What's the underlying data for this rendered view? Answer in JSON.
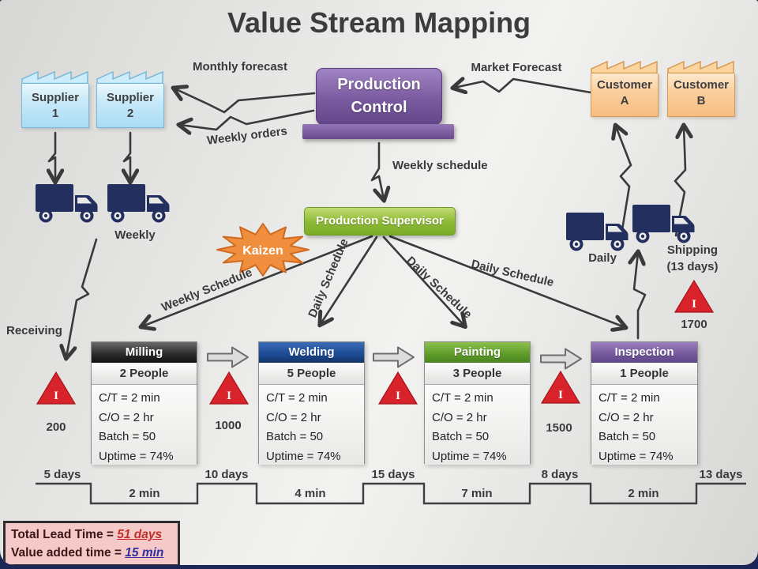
{
  "title": "Value Stream Mapping",
  "colors": {
    "supplier_fill": "#bfe2f5",
    "customer_fill": "#fac88f",
    "production_control_purple": "#7b5ba0",
    "supervisor_green": "#8fbb37",
    "milling_header": "#2a2a2b",
    "welding_header": "#1c4a94",
    "painting_header": "#5d9a28",
    "inspection_header": "#74589c",
    "inventory_red": "#d8232a",
    "kaizen_orange": "#ef8f3e",
    "truck_navy": "#23305f",
    "totals_pink": "#f6c9c9",
    "lead_time_red": "#c03028",
    "value_added_blue": "#2f2f9e"
  },
  "suppliers": [
    {
      "line1": "Supplier",
      "line2": "1"
    },
    {
      "line1": "Supplier",
      "line2": "2"
    }
  ],
  "customers": [
    {
      "line1": "Customer",
      "line2": "A"
    },
    {
      "line1": "Customer",
      "line2": "B"
    }
  ],
  "production_control": {
    "line1": "Production",
    "line2": "Control"
  },
  "production_supervisor": {
    "label": "Production Supervisor"
  },
  "kaizen": {
    "label": "Kaizen"
  },
  "flow_labels": {
    "monthly_forecast": "Monthly forecast",
    "weekly_orders": "Weekly orders",
    "market_forecast": "Market Forecast",
    "weekly_schedule": "Weekly schedule",
    "weekly": "Weekly",
    "daily": "Daily",
    "shipping_line1": "Shipping",
    "shipping_line2": "(13 days)",
    "receiving": "Receiving"
  },
  "schedule_labels": [
    {
      "label": "Weekly Schedule"
    },
    {
      "label": "Daily Schedule"
    },
    {
      "label": "Daily Schedule"
    },
    {
      "label": "Daily Schedule"
    }
  ],
  "inventory": {
    "symbol": "I",
    "counts": [
      "200",
      "1000",
      "",
      "1500",
      "1700"
    ]
  },
  "processes": [
    {
      "name": "Milling",
      "people": "2 People",
      "ct": "C/T = 2 min",
      "co": "C/O = 2 hr",
      "batch": "Batch = 50",
      "uptime": "Uptime = 74%"
    },
    {
      "name": "Welding",
      "people": "5 People",
      "ct": "C/T = 2 min",
      "co": "C/O = 2 hr",
      "batch": "Batch = 50",
      "uptime": "Uptime = 74%"
    },
    {
      "name": "Painting",
      "people": "3 People",
      "ct": "C/T = 2 min",
      "co": "C/O = 2 hr",
      "batch": "Batch = 50",
      "uptime": "Uptime = 74%"
    },
    {
      "name": "Inspection",
      "people": "1 People",
      "ct": "C/T = 2 min",
      "co": "C/O = 2 hr",
      "batch": "Batch = 50",
      "uptime": "Uptime = 74%"
    }
  ],
  "timeline": {
    "wait": [
      "5 days",
      "10 days",
      "15 days",
      "8 days",
      "13 days"
    ],
    "process": [
      "2 min",
      "4 min",
      "7 min",
      "2 min"
    ]
  },
  "totals": {
    "lead_label": "Total Lead Time =",
    "lead_value": "51 days",
    "va_label": "Value added time =",
    "va_value": "15 min"
  }
}
